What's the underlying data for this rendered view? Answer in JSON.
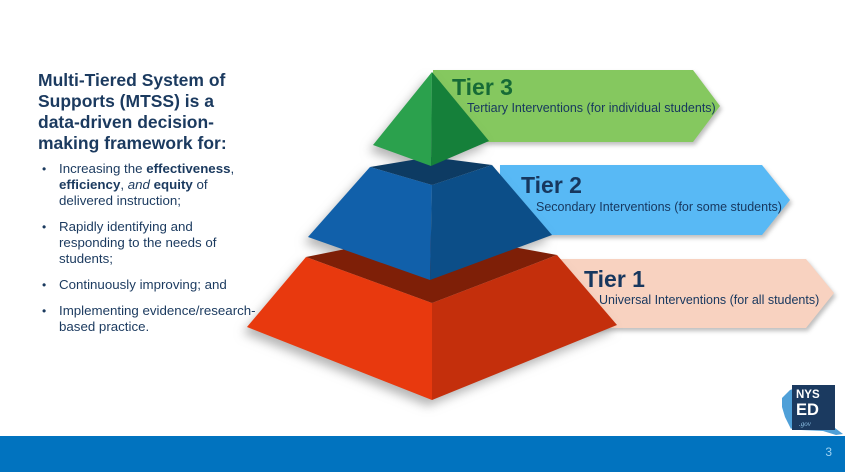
{
  "slide": {
    "title": "Multi-Tiered System of\nSupports (MTSS) is a\ndata-driven decision-\nmaking framework for:",
    "bullets": {
      "b1": {
        "seg1": "Increasing the ",
        "seg2": "effectiveness",
        "seg3": ", ",
        "seg4": "efficiency",
        "seg5": ", ",
        "seg6": "and",
        "seg7": " ",
        "seg8": "equity",
        "seg9": " of delivered instruction;"
      },
      "b2": "Rapidly identifying and responding to the needs of students;",
      "b3": "Continuously improving; and",
      "b4": "Implementing evidence/research-based practice."
    },
    "tiers": {
      "tier3": {
        "label": "Tier 3",
        "description": "Tertiary Interventions (for individual students)"
      },
      "tier2": {
        "label": "Tier 2",
        "description": "Secondary Interventions (for some students)"
      },
      "tier1": {
        "label": "Tier 1",
        "description": "Universal Interventions (for all students)"
      }
    },
    "logo": {
      "line1": "NYS",
      "line2": "ED",
      "line3": ".gov"
    },
    "footer": {
      "page_number": "3"
    }
  },
  "colors": {
    "title_text": "#1B3A5F",
    "body_text": "#1B3A5F",
    "banner_green": "#85C85F",
    "banner_blue": "#58B9F5",
    "banner_peach": "#F8D2C0",
    "tier3_label_text": "#176B36",
    "tier_label_navy": "#17375E",
    "pyr_green_light": "#2BA14D",
    "pyr_green_dark": "#15803A",
    "pyr_blue_top": "#0D3B63",
    "pyr_blue_light": "#1160AA",
    "pyr_blue_dark": "#0C4E88",
    "pyr_red_top": "#7E1F07",
    "pyr_red_light": "#E8390E",
    "pyr_red_dark": "#C42F0C",
    "footer_bar": "#0173BF",
    "page_number_text": "#9ED2F2",
    "logo_navy": "#1B3A60",
    "logo_state_blue": "#4FA0D8",
    "logo_gov_text": "#8FC3E8"
  }
}
